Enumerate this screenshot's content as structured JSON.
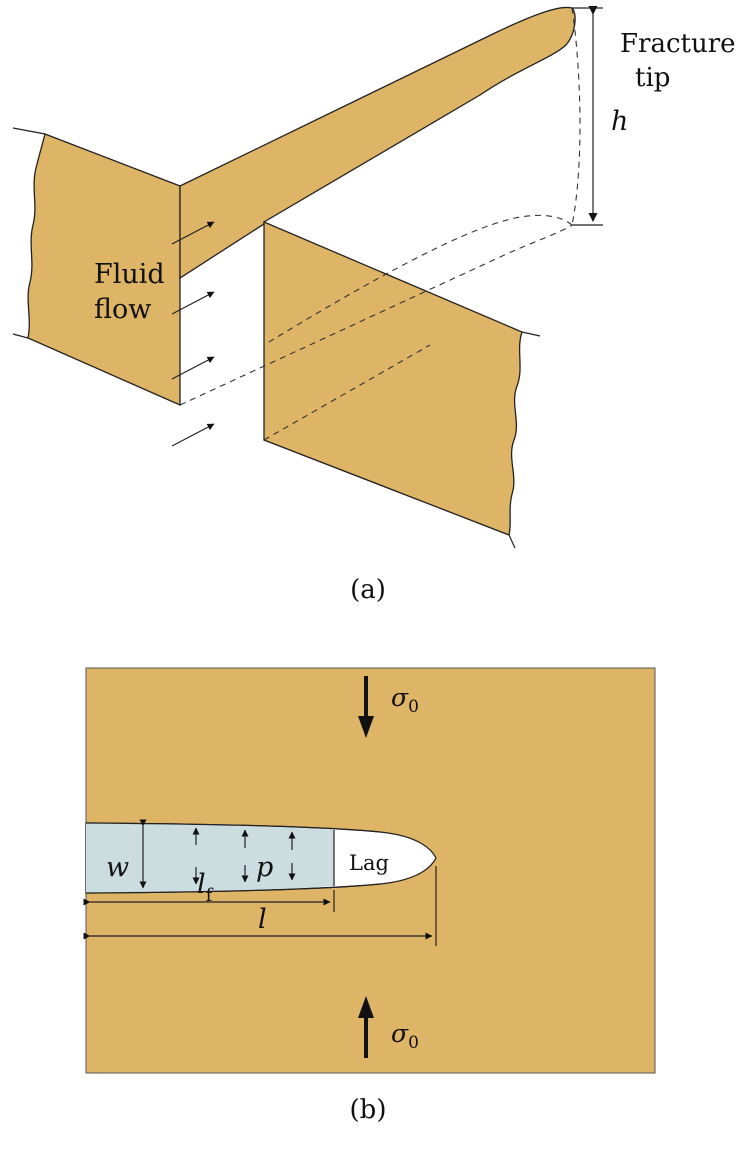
{
  "figure_a": {
    "fracture_tip_line1": "Fracture",
    "fracture_tip_line2": "tip",
    "height_symbol": "h",
    "fluid_flow_line1": "Fluid",
    "fluid_flow_line2": "flow",
    "caption": "(a)"
  },
  "figure_b": {
    "sigma_top": "σ",
    "sigma_top_sub": "0",
    "sigma_bottom": "σ",
    "sigma_bottom_sub": "0",
    "width_symbol": "w",
    "pressure_symbol": "p",
    "lag_label": "Lag",
    "fluid_length_symbol": "l",
    "fluid_length_sub": "f",
    "length_symbol": "l",
    "caption": "(b)"
  },
  "colors": {
    "rock": "#DEB566",
    "fluid": "#CCDDE0",
    "outline": "#222222"
  }
}
